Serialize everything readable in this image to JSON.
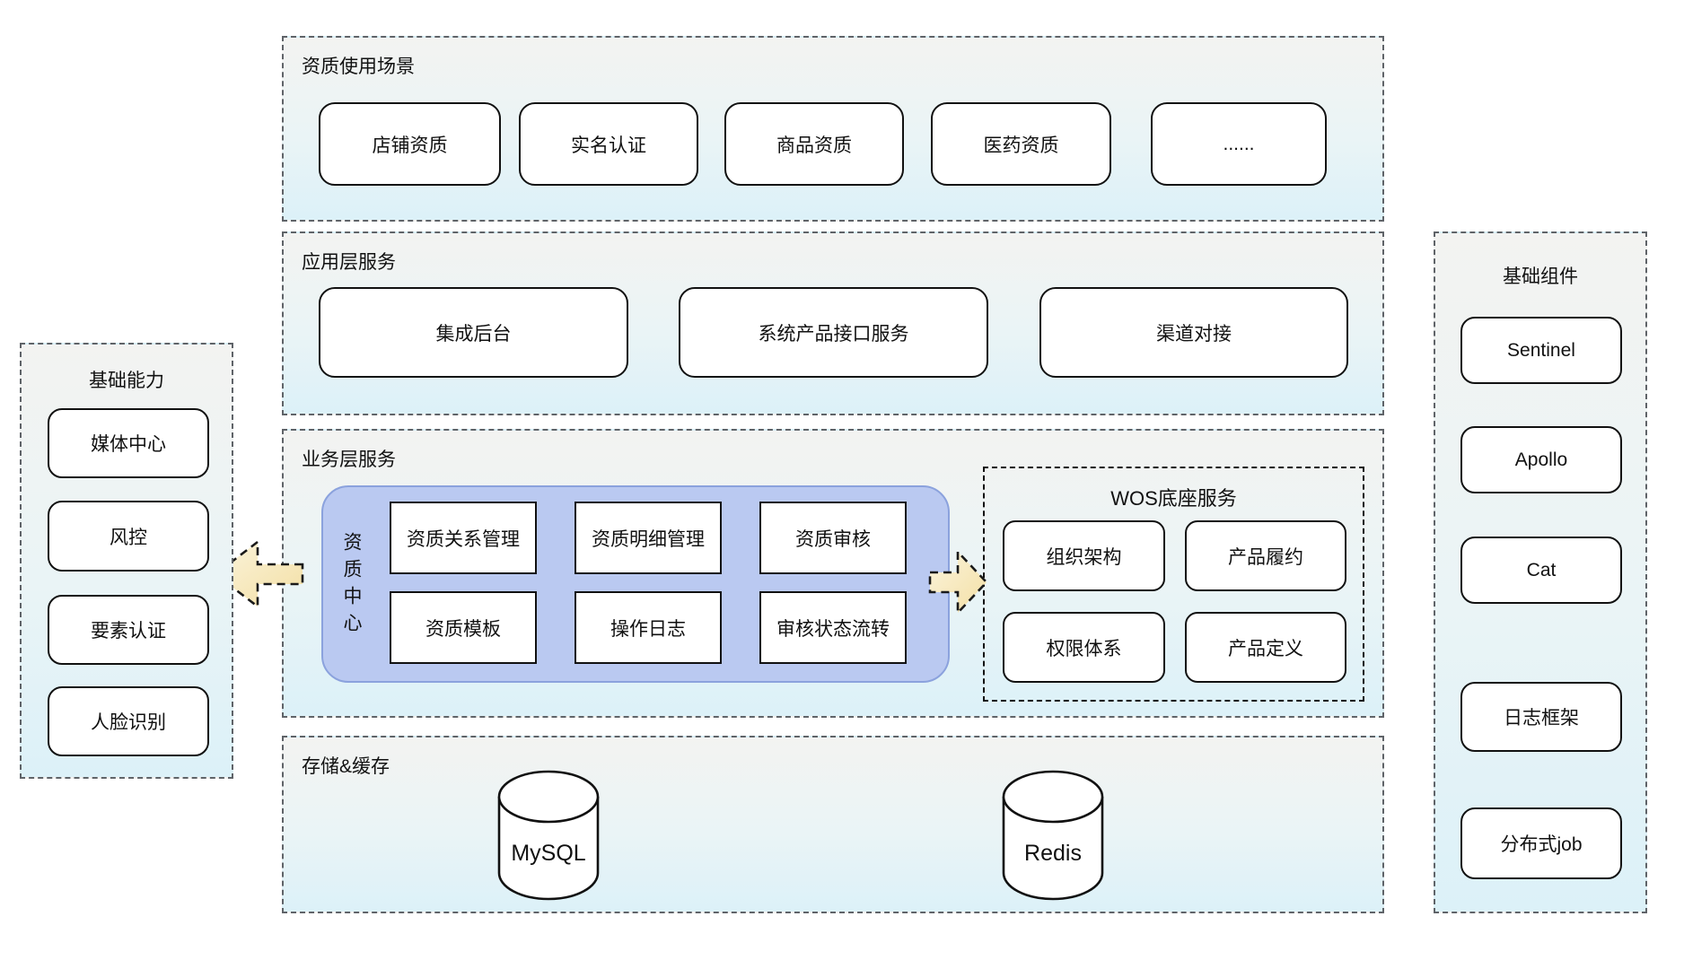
{
  "diagram": {
    "usage": {
      "title": "资质使用场景",
      "items": [
        "店铺资质",
        "实名认证",
        "商品资质",
        "医药资质",
        "......"
      ]
    },
    "app_layer": {
      "title": "应用层服务",
      "items": [
        "集成后台",
        "系统产品接口服务",
        "渠道对接"
      ]
    },
    "business_layer": {
      "title": "业务层服务",
      "qualification_center": {
        "label": "资质中心",
        "items": [
          "资质关系管理",
          "资质明细管理",
          "资质审核",
          "资质模板",
          "操作日志",
          "审核状态流转"
        ]
      },
      "wos": {
        "title": "WOS底座服务",
        "items": [
          "组织架构",
          "产品履约",
          "权限体系",
          "产品定义"
        ]
      }
    },
    "storage": {
      "title": "存储&缓存",
      "items": [
        "MySQL",
        "Redis"
      ]
    },
    "base_capability": {
      "title": "基础能力",
      "items": [
        "媒体中心",
        "风控",
        "要素认证",
        "人脸识别"
      ]
    },
    "base_components": {
      "title": "基础组件",
      "items": [
        "Sentinel",
        "Apollo",
        "Cat",
        "日志框架",
        "分布式job"
      ]
    },
    "colors": {
      "panel_top": "#f3f3f1",
      "panel_bottom": "#dcf1f8",
      "panel_border": "#5f6368",
      "node_border": "#111111",
      "blue_fill": "#bac9f1",
      "blue_border": "#8ba2dd",
      "arrow_fill_light": "#fbf4dc",
      "arrow_fill_dark": "#f3dfa4"
    }
  }
}
